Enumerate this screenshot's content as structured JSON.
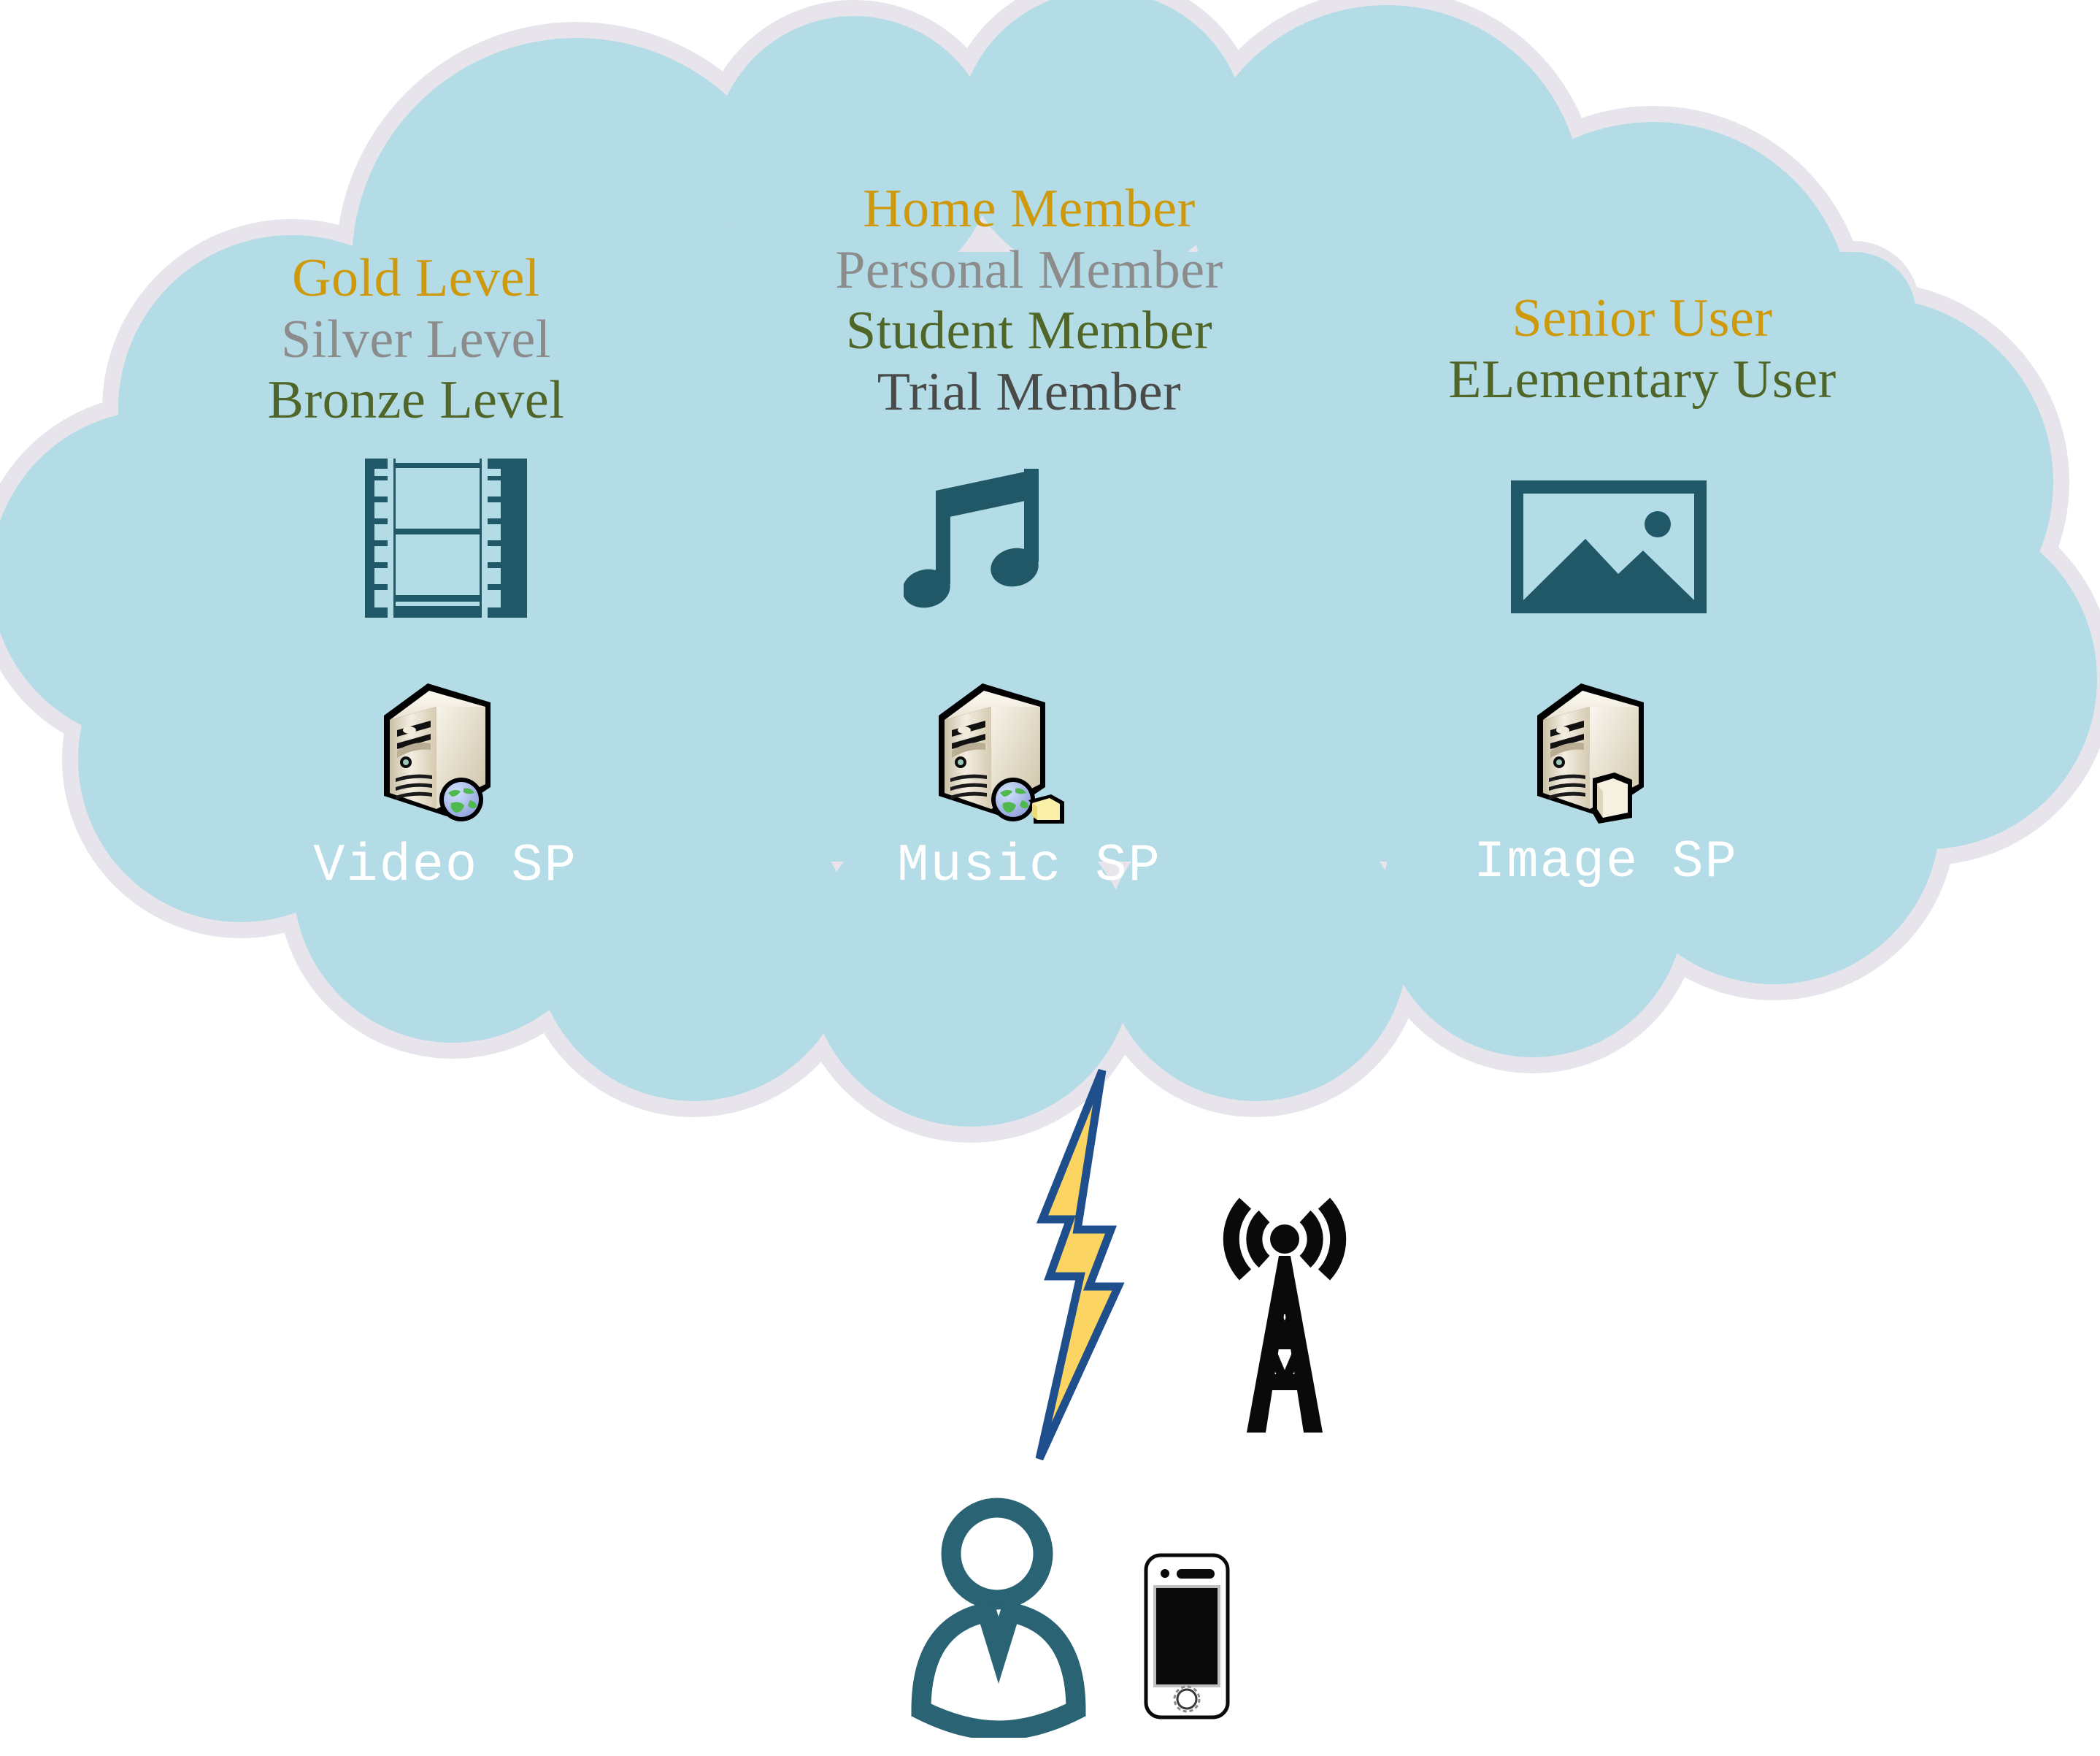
{
  "diagram": {
    "title": "Cloud Service Providers and Membership Levels",
    "cloud": {
      "fill_color": "#B4DCE6",
      "border_color": "#E8E4EC"
    },
    "accent_colors": {
      "gold": "#CE9A0C",
      "silver": "#8C8C8C",
      "bronze": "#4F6628",
      "dark": "#4A4A48",
      "icon_teal": "#215868",
      "person_teal": "#2A6374",
      "bolt_fill": "#FBD461",
      "bolt_stroke": "#1F4E8C",
      "tower_black": "#0A0A0A",
      "sp_label_white": "#FFFFFF"
    }
  },
  "columns": [
    {
      "id": "video",
      "tiers": [
        {
          "label": "Gold Level",
          "color_key": "gold"
        },
        {
          "label": "Silver Level",
          "color_key": "silver"
        },
        {
          "label": "Bronze Level",
          "color_key": "bronze"
        }
      ],
      "content_icon": "film-strip-icon",
      "provider_icon": "server-globe-icon",
      "provider_label": "Video SP"
    },
    {
      "id": "music",
      "tiers": [
        {
          "label": "Home Member",
          "color_key": "gold"
        },
        {
          "label": "Personal  Member",
          "color_key": "silver"
        },
        {
          "label": "Student Member",
          "color_key": "bronze"
        },
        {
          "label": "Trial Member",
          "color_key": "dark"
        }
      ],
      "content_icon": "music-note-icon",
      "provider_icon": "server-globe-folder-icon",
      "provider_label": "Music SP"
    },
    {
      "id": "image",
      "tiers": [
        {
          "label": "Senior User",
          "color_key": "gold"
        },
        {
          "label": "ELementary User",
          "color_key": "bronze"
        }
      ],
      "content_icon": "picture-icon",
      "provider_icon": "server-folder-icon",
      "provider_label": "Image SP"
    }
  ],
  "network": {
    "link_icon": "lightning-bolt-icon",
    "tower_icon": "cell-tower-icon",
    "user_icon": "person-icon",
    "device_icon": "smartphone-icon"
  }
}
